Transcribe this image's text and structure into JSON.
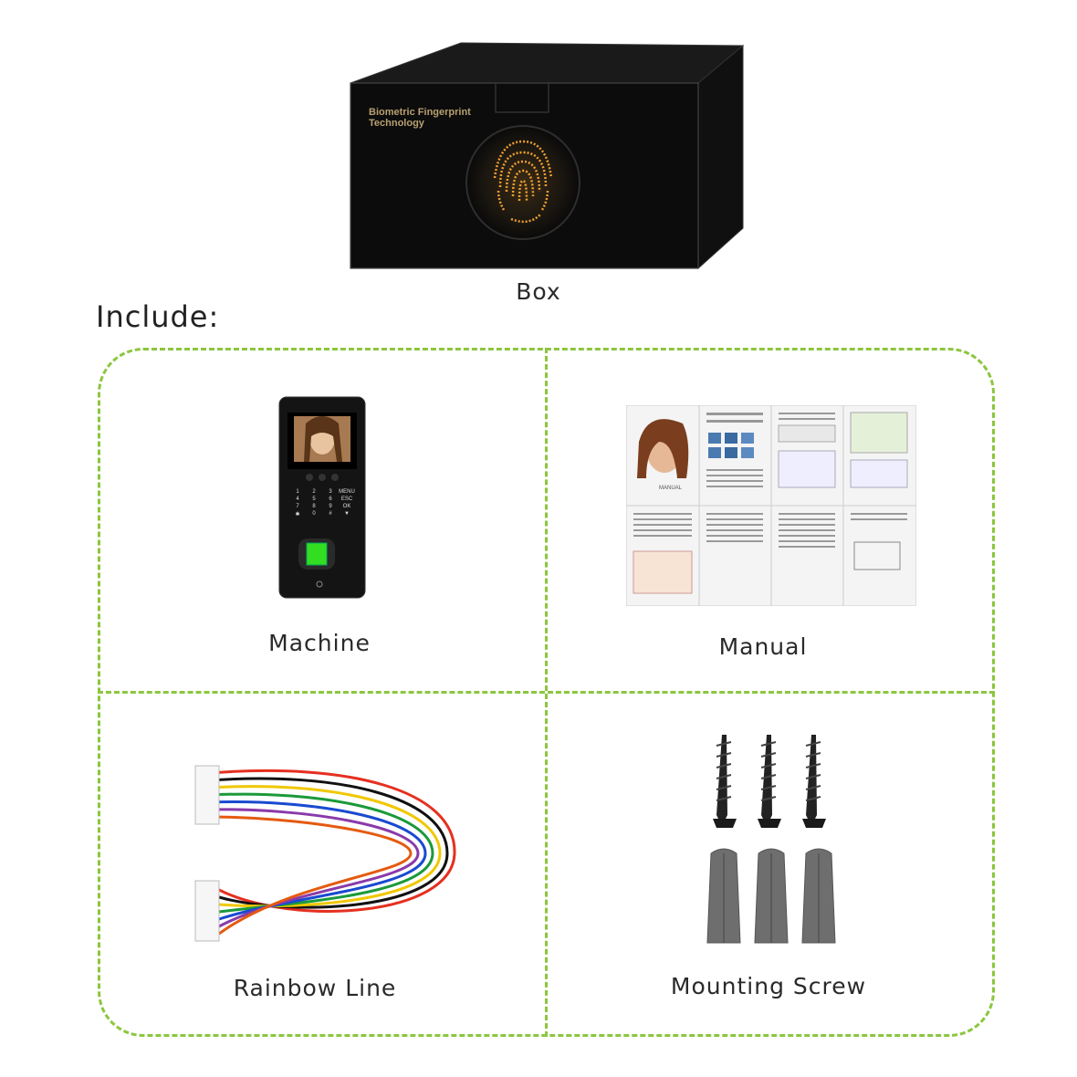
{
  "box": {
    "print_text_line1": "Biometric Fingerprint",
    "print_text_line2": "Technology",
    "caption": "Box"
  },
  "heading": "Include:",
  "items": [
    {
      "caption": "Machine"
    },
    {
      "caption": "Manual"
    },
    {
      "caption": "Rainbow Line"
    },
    {
      "caption": "Mounting Screw"
    }
  ],
  "machine": {
    "keys": [
      "1",
      "2",
      "3",
      "MENU",
      "4",
      "5",
      "6",
      "ESC",
      "7",
      "8",
      "9",
      "OK",
      "✱",
      "0",
      "#",
      "▼"
    ]
  },
  "manual": {
    "cover_title": "MANUAL"
  },
  "colors": {
    "accent_dashed": "#8cc63f",
    "box_dark": "#0c0c0c",
    "fingerprint_glow": "#f0a030",
    "sensor_green": "#33dd22"
  }
}
